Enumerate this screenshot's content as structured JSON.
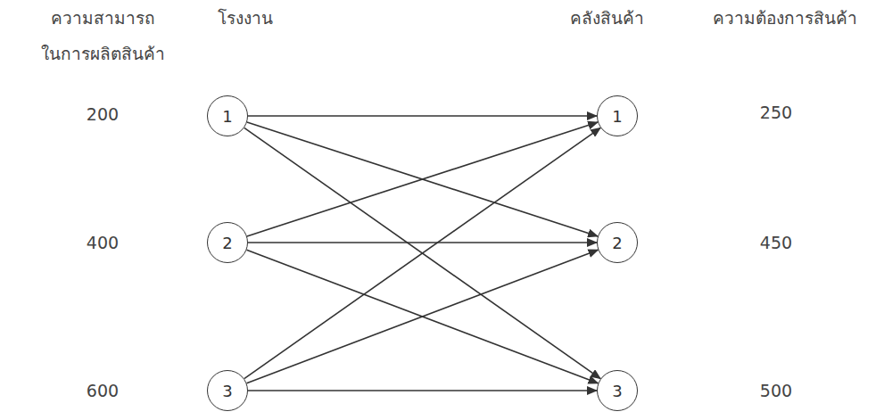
{
  "diagram": {
    "nodes": [
      {
        "text": [
          "1"
        ]
      },
      {
        "text": [
          "2"
        ]
      },
      {
        "text": [
          "3"
        ]
      },
      {
        "text": [
          "1"
        ]
      },
      {
        "text": [
          "2"
        ]
      },
      {
        "text": [
          "3"
        ]
      }
    ],
    "edges": [
      {
        "from": 0,
        "to": 3,
        "arrow": "to"
      },
      {
        "from": 0,
        "to": 4,
        "arrow": "to"
      },
      {
        "from": 0,
        "to": 5,
        "arrow": "to"
      },
      {
        "from": 1,
        "to": 3,
        "arrow": "to"
      },
      {
        "from": 1,
        "to": 4,
        "arrow": "to"
      },
      {
        "from": 1,
        "to": 5,
        "arrow": "to"
      },
      {
        "from": 2,
        "to": 3,
        "arrow": "to"
      },
      {
        "from": 2,
        "to": 4,
        "arrow": "to"
      },
      {
        "from": 2,
        "to": 5,
        "arrow": "to"
      }
    ],
    "labels": [
      "ความสามารถ",
      "ในการผลิตสินค้า",
      "โรงงาน",
      "คลังสินค้า",
      "ความต้องการสินค้า",
      "200",
      "400",
      "600",
      "250",
      "450",
      "500"
    ]
  }
}
